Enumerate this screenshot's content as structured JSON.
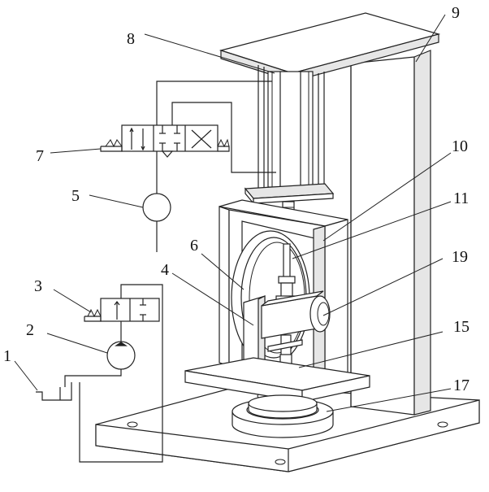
{
  "labels": {
    "l1": "1",
    "l2": "2",
    "l3": "3",
    "l4": "4",
    "l5": "5",
    "l6": "6",
    "l7": "7",
    "l8": "8",
    "l9": "9",
    "l10": "10",
    "l11": "11",
    "l15": "15",
    "l17": "17",
    "l19": "19"
  }
}
